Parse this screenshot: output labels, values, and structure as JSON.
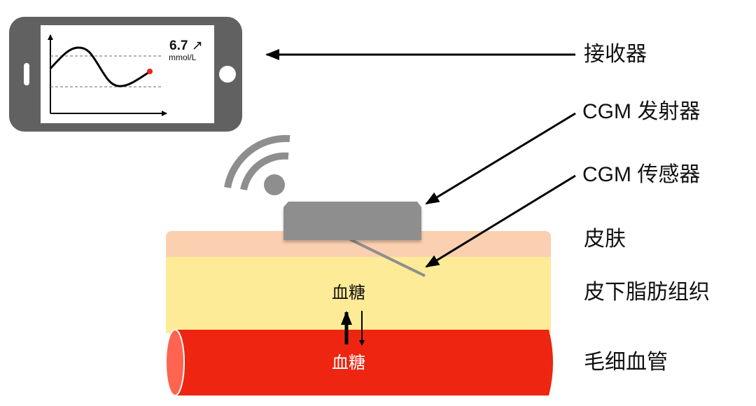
{
  "receiver": {
    "glucose_value": "6.7",
    "trend_arrow": "↗",
    "unit": "mmol/L"
  },
  "labels": {
    "receiver": "接收器",
    "transmitter": "CGM 发射器",
    "sensor": "CGM 传感器",
    "skin": "皮肤",
    "subcutaneous_fat": "皮下脂肪组织",
    "capillary": "毛细血管"
  },
  "tissue": {
    "interstitial_glucose": "血糖",
    "blood_glucose": "血糖"
  },
  "colors": {
    "device_gray": "#616161",
    "transmitter_gray": "#8e8e8e",
    "skin": "#fbd0b0",
    "fat": "#fdeb97",
    "vessel": "#ee2510",
    "vessel_end": "#ff6450",
    "curve_dot": "#e8251c"
  }
}
